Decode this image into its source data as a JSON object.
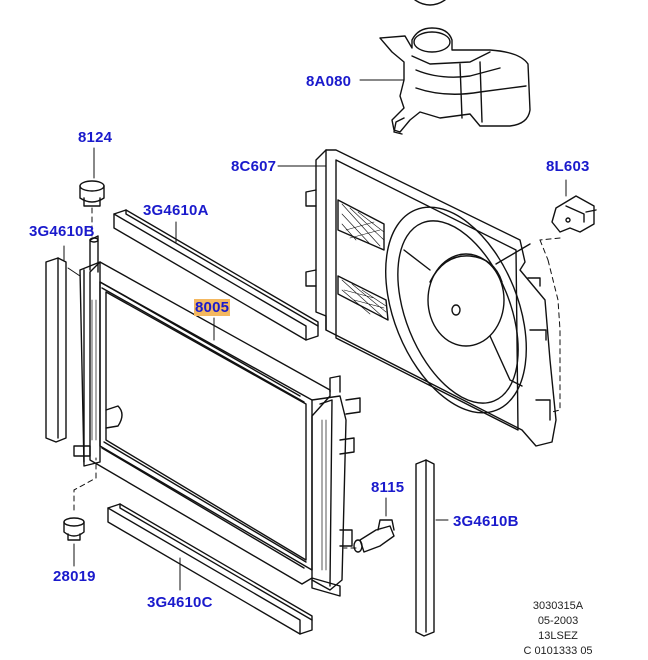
{
  "callouts": {
    "reservoir_cap": "",
    "coolant_reservoir": "8A080",
    "hose_clip_top": "8124",
    "mount_left": "3G4610B",
    "seal_top": "3G4610A",
    "radiator": "8005",
    "fan_shroud": "8C607",
    "fan_resistor": "8L603",
    "drain_plug": "8115",
    "mount_right": "3G4610B",
    "seal_bottom": "3G4610C",
    "insulator_bottom": "28019"
  },
  "reference": {
    "line1": "3030315A",
    "line2": "05-2003",
    "line3": "13LSEZ",
    "line4": "C 0101333 05"
  },
  "colors": {
    "callout_text": "#1a1acc",
    "highlight": "#f4b860",
    "line_art": "#111111"
  }
}
